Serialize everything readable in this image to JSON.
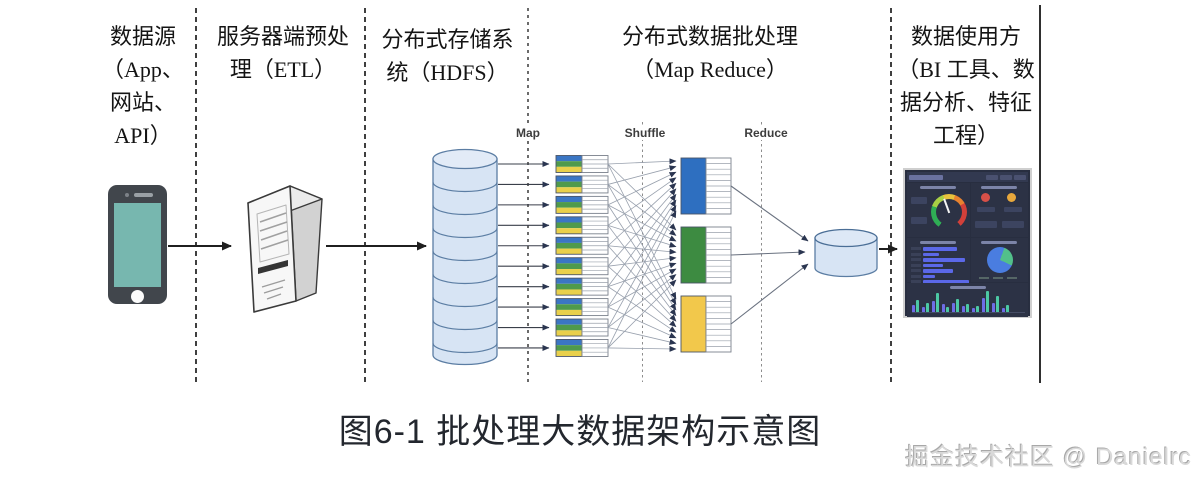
{
  "figure": {
    "caption": "图6-1 批处理大数据架构示意图",
    "watermark": "掘金技术社区 @ Danielrc"
  },
  "columns": [
    {
      "title_lines": [
        "数据源",
        "（App、",
        "网站、",
        "API）"
      ]
    },
    {
      "title_lines": [
        "服务器端预处",
        "理（ETL）"
      ]
    },
    {
      "title_lines": [
        "分布式存储系",
        "统（HDFS）"
      ]
    },
    {
      "title_lines": [
        "分布式数据批处理",
        "（Map Reduce）"
      ]
    },
    {
      "title_lines": [
        "数据使用方",
        "（BI 工具、数",
        "据分析、特征",
        "工程）"
      ]
    }
  ],
  "stage_labels": {
    "map": "Map",
    "shuffle": "Shuffle",
    "reduce": "Reduce"
  },
  "diagram": {
    "map_task_count": 10,
    "stripe_colors": [
      "#3b76c4",
      "#4f9a4c",
      "#e9d04b"
    ],
    "reduce_group_colors": [
      "#2e6fc0",
      "#3d8b41",
      "#f2c84b"
    ],
    "cylinder_fill": "#d7e4f4",
    "cylinder_stroke": "#5b7da3",
    "phone_screen_color": "#77b7af"
  }
}
